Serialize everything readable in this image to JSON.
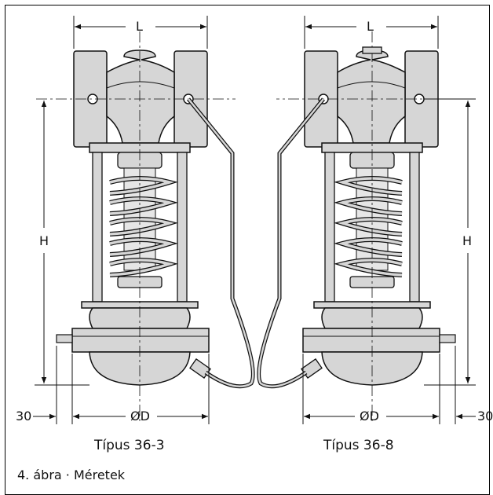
{
  "left_view": {
    "dim_length": "L",
    "dim_height": "H",
    "dim_diameter": "ØD",
    "dim_offset": "30",
    "type_label": "Típus 36-3"
  },
  "right_view": {
    "dim_length": "L",
    "dim_height": "H",
    "dim_diameter": "ØD",
    "dim_offset": "30",
    "type_label": "Típus 36-8"
  },
  "caption": "4. ábra · Méretek",
  "colors": {
    "body": "#d6d6d6",
    "line": "#111111",
    "background": "#ffffff"
  }
}
